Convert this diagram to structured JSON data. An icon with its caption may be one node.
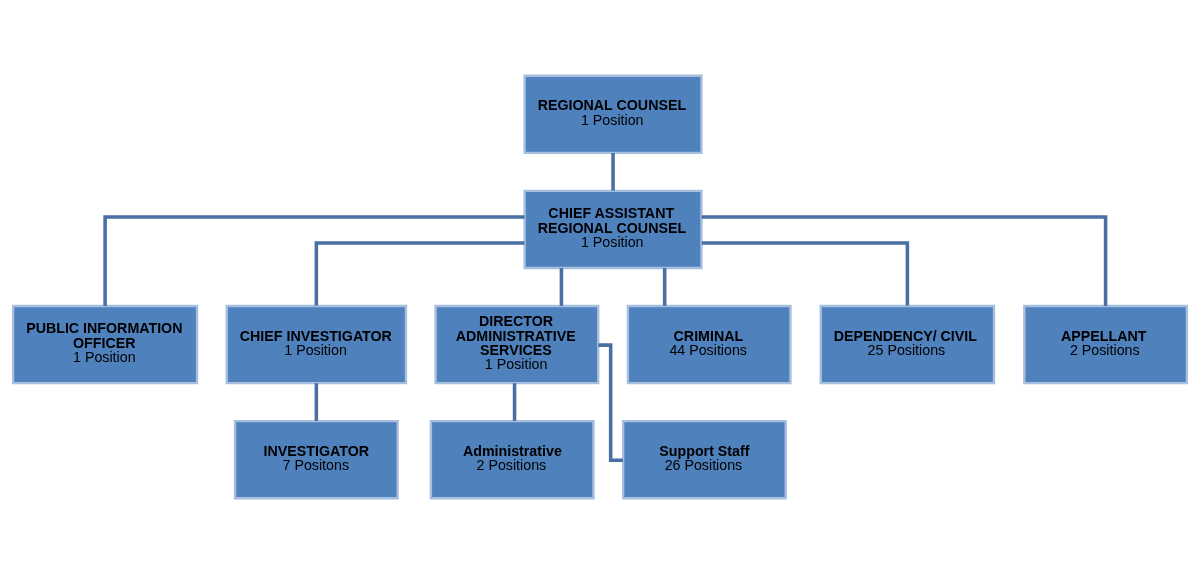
{
  "diagram": {
    "nodes": [
      {
        "text": [
          "REGIONAL COUNSEL",
          "1 Position"
        ]
      },
      {
        "text": [
          "CHIEF ASSISTANT REGIONAL COUNSEL",
          "1 Position"
        ]
      },
      {
        "text": [
          "PUBLIC INFORMATION OFFICER",
          "1 Position"
        ]
      },
      {
        "text": [
          "CHIEF INVESTIGATOR",
          "1 Position"
        ]
      },
      {
        "text": [
          "DIRECTOR ADMINISTRATIVE SERVICES",
          "1 Position"
        ]
      },
      {
        "text": [
          "CRIMINAL",
          "44 Positions"
        ]
      },
      {
        "text": [
          "DEPENDENCY/ CIVIL",
          "25 Positions"
        ]
      },
      {
        "text": [
          "APPELLANT",
          "2 Positions"
        ]
      },
      {
        "text": [
          "INVESTIGATOR",
          "7 Positons"
        ]
      },
      {
        "text": [
          "Administrative",
          "2 Positions"
        ]
      },
      {
        "text": [
          "Support Staff",
          "26 Positions"
        ]
      }
    ],
    "edges": [
      {
        "from": 0,
        "to": 1,
        "arrow": "none"
      },
      {
        "from": 1,
        "to": 2,
        "arrow": "none"
      },
      {
        "from": 1,
        "to": 3,
        "arrow": "none"
      },
      {
        "from": 1,
        "to": 4,
        "arrow": "none"
      },
      {
        "from": 1,
        "to": 5,
        "arrow": "none"
      },
      {
        "from": 1,
        "to": 6,
        "arrow": "none"
      },
      {
        "from": 1,
        "to": 7,
        "arrow": "none"
      },
      {
        "from": 3,
        "to": 8,
        "arrow": "none"
      },
      {
        "from": 4,
        "to": 9,
        "arrow": "none"
      },
      {
        "from": 4,
        "to": 10,
        "arrow": "none"
      }
    ]
  }
}
